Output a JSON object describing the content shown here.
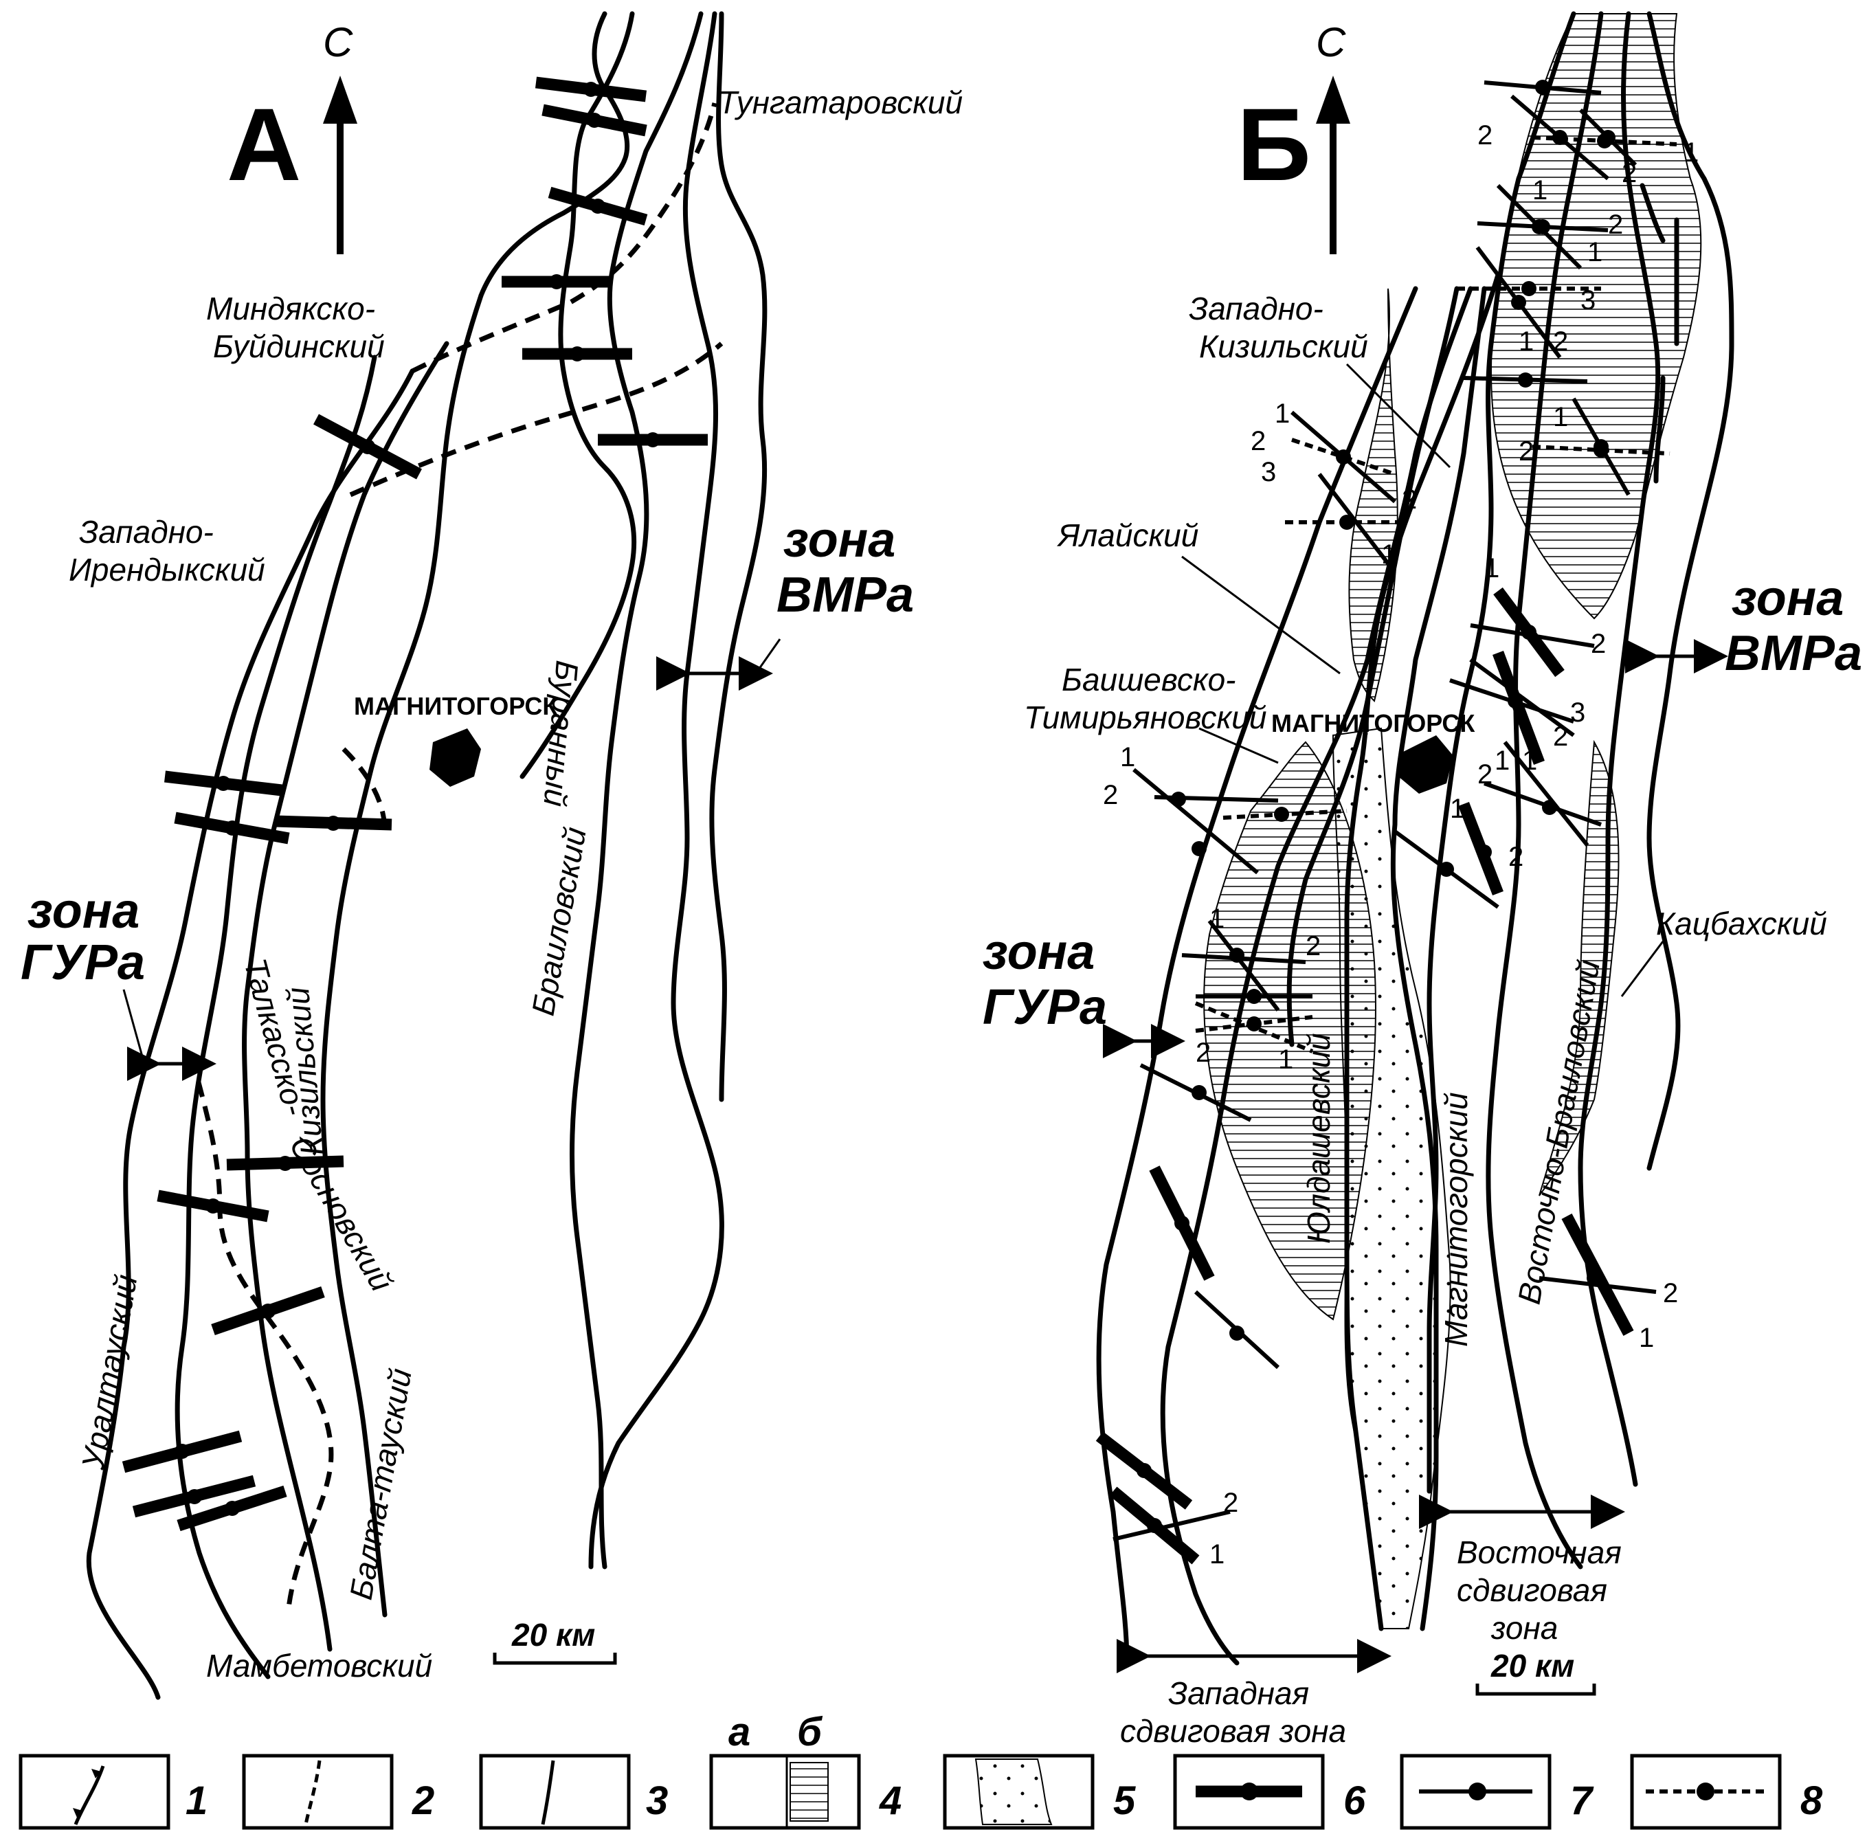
{
  "panels": {
    "a": {
      "letter": "А",
      "north": "С",
      "city": "МАГНИТОГОРСК",
      "zone_east": [
        "зона",
        "ВМРа"
      ],
      "zone_west": [
        "зона",
        "ГУРа"
      ],
      "scale": "20 км",
      "faults": [
        "Тунгатаровский",
        "Миндякско-",
        "Буйдинский",
        "Западно-",
        "Ирендыкский",
        "Буранный",
        "Браиловский",
        "Кизильский",
        "Талкасско-",
        "Сосновский",
        "Уралтауский",
        "Балта-тауский",
        "Мамбетовский"
      ]
    },
    "b": {
      "letter": "Б",
      "north": "С",
      "city": "МАГНИТОГОРСК",
      "zone_east": [
        "зона",
        "ВМРа"
      ],
      "zone_west": [
        "зона",
        "ГУРа"
      ],
      "scale": "20 км",
      "faults": [
        "Западно-",
        "Кизильский",
        "Ялайский",
        "Баишевско-",
        "Тимирьяновский",
        "Юлдашевский",
        "Магнитогорский",
        "Восточно-Браиловский",
        "Кацбахский"
      ],
      "shear_east": [
        "Восточная",
        "сдвиговая",
        "зона"
      ],
      "shear_west": [
        "Западная",
        "сдвиговая зона"
      ],
      "numbers": [
        "1",
        "2",
        "3"
      ]
    }
  },
  "legend": {
    "numbers": [
      "1",
      "2",
      "3",
      "4",
      "5",
      "6",
      "7",
      "8"
    ],
    "sub_a": "а",
    "sub_b": "б"
  }
}
